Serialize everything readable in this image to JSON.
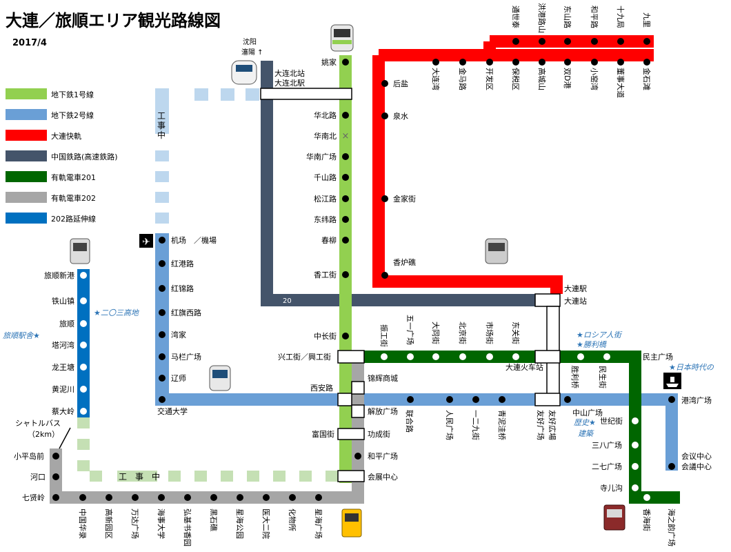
{
  "title": "大連／旅順エリア観光路線図",
  "date": "2017/4",
  "legend": [
    {
      "label": "地下鉄1号線",
      "color": "#92d050"
    },
    {
      "label": "地下鉄2号線",
      "color": "#6a9fd6"
    },
    {
      "label": "大連快軌",
      "color": "#ff0000"
    },
    {
      "label": "中国鉄路(高速鉄路)",
      "color": "#44546a"
    },
    {
      "label": "有軌電車201",
      "color": "#006600"
    },
    {
      "label": "有軌電車202",
      "color": "#a6a6a6"
    },
    {
      "label": "202路延伸線",
      "color": "#0070c0"
    }
  ],
  "line1_stations": [
    "姚家",
    "华北路",
    "华南北",
    "华南广场",
    "千山路",
    "松江路",
    "东纬路",
    "春柳",
    "香工街",
    "中长街"
  ],
  "line2_stations": [
    "机场　／機場",
    "红港路",
    "红锦路",
    "红旗西路",
    "湾家",
    "马栏广场",
    "辽师",
    "交通大学"
  ],
  "kuai_right": [
    "后盐",
    "泉水",
    "金家街",
    "香炉礁",
    "大連駅",
    "大連站"
  ],
  "kuai_top_row1": [
    "通世泰",
    "洪港路山",
    "东山路",
    "和平路",
    "十九局",
    "九里"
  ],
  "kuai_top_row2": [
    "大连湾",
    "金马路",
    "开发区",
    "保税区",
    "高城山",
    "双D港",
    "小窑湾",
    "董事大道",
    "金石滩"
  ],
  "north_station": [
    "大连北站",
    "大连北駅"
  ],
  "shenyang": [
    "沈阳",
    "瀋陽 ↑"
  ],
  "line_20": "20",
  "tram201_top": [
    "振工街",
    "五一广场",
    "大同街",
    "北京街",
    "市场街",
    "东关街"
  ],
  "tram201_junction": [
    "兴工街／興工街",
    "大連火车站",
    "民主广场"
  ],
  "line2_east": [
    "联合路",
    "人民广场",
    "一二九街",
    "青泥洼桥",
    "友好广场",
    "中山广场",
    "港湾广场"
  ],
  "line2_east_right": [
    "友好広場"
  ],
  "line2_extra": [
    "西安路",
    "胜利桥",
    "民生街",
    "会议中心",
    "会議中心"
  ],
  "tram201_south": [
    "世纪街",
    "三八广场",
    "二七广场",
    "寺儿沟",
    "香海街",
    "海之韵广场"
  ],
  "tram202_mid": [
    "锦辉商城",
    "解放广场",
    "富国街",
    "功成街",
    "和平广场",
    "会展中心"
  ],
  "tram202_bottom": [
    "中国华录",
    "高新园区",
    "万达广场",
    "海事大学",
    "弘基书香园",
    "黑石礁",
    "星海公园",
    "医大二院",
    "化物所",
    "星海广场"
  ],
  "lushun_line": [
    "旅顺新港",
    "铁山镇",
    "旅顺",
    "塔河湾",
    "龙王塘",
    "黄泥川",
    "蔡大岭"
  ],
  "lushun_south": [
    "小平岛前",
    "河口",
    "七贤岭"
  ],
  "notes": {
    "construction_vertical": "工事中",
    "construction_horizontal": "工　事　中",
    "shuttle": "シャトルバス\n（2km）",
    "n_203": "★二〇三高地",
    "lushun_station": "旅順駅舎★",
    "russian_street": "★ロシア人街",
    "victory_bridge": "★勝利橋",
    "japan_era": "★日本時代の",
    "history": "歴史★",
    "building": "建築"
  },
  "colors": {
    "line1": "#92d050",
    "line1_dashed": "#c5e0b4",
    "line2": "#6a9fd6",
    "line2_dashed": "#bdd7ee",
    "kuai": "#ff0000",
    "rail": "#44546a",
    "tram201": "#006600",
    "tram202": "#a6a6a6",
    "ext202": "#0070c0",
    "note_blue": "#2e75b6"
  }
}
